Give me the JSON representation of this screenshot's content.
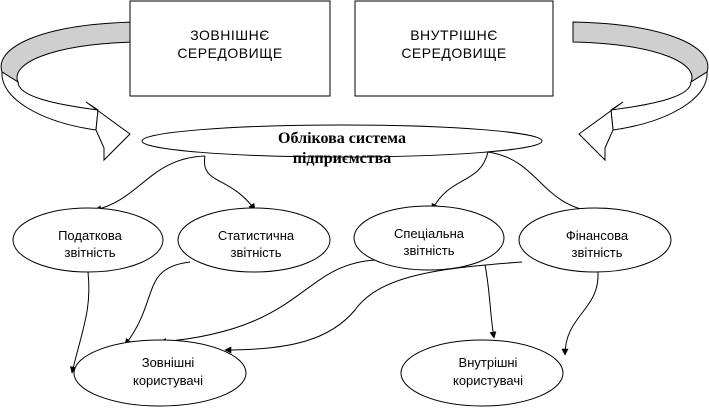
{
  "environment": {
    "external": {
      "line1": "ЗОВНІШНЄ",
      "line2": "СЕРЕДОВИЩЕ"
    },
    "internal": {
      "line1": "ВНУТРІШНЄ",
      "line2": "СЕРЕДОВИЩЕ"
    }
  },
  "center": {
    "line1": "Облікова система",
    "line2": "підприємства"
  },
  "reports": {
    "tax": {
      "line1": "Податкова",
      "line2": "звітність"
    },
    "statistical": {
      "line1": "Статистична",
      "line2": "звітність"
    },
    "special": {
      "line1": "Спеціальна",
      "line2": "звітність"
    },
    "financial": {
      "line1": "Фінансова",
      "line2": "звітність"
    }
  },
  "users": {
    "external": {
      "line1": "Зовнішні",
      "line2": "користувачі"
    },
    "internal": {
      "line1": "Внутрішні",
      "line2": "користувачі"
    }
  },
  "colors": {
    "line": "#000000",
    "ribbon_shade": "#cfcfcf",
    "fill": "#ffffff"
  }
}
